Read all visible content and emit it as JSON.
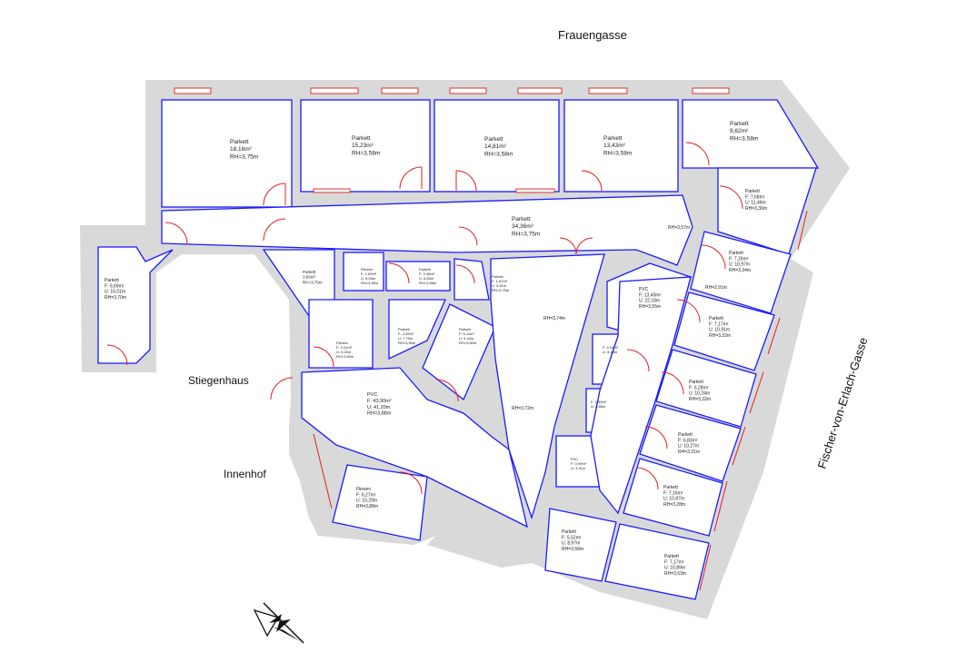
{
  "streets": {
    "north": "Frauengasse",
    "east": "Fischer-von-Erlach-Gasse",
    "stair": "Stiegenhaus",
    "court": "Innenhof"
  },
  "rooms": [
    {
      "id": "r1",
      "lines": [
        "Parkett",
        "18,16m²",
        "RH=3,75m"
      ]
    },
    {
      "id": "r2",
      "lines": [
        "Parkett",
        "15,23m²",
        "RH=3,58m"
      ]
    },
    {
      "id": "r3",
      "lines": [
        "Parkett",
        "14,81m²",
        "RH=3,58m"
      ]
    },
    {
      "id": "r4",
      "lines": [
        "Parkett",
        "13,43m²",
        "RH=3,58m"
      ]
    },
    {
      "id": "r5",
      "lines": [
        "Parkett",
        "9,62m²",
        "RH=3,58m"
      ]
    },
    {
      "id": "r6",
      "lines": [
        "Parkett",
        "F: 7,68m²",
        "U: 11,46m",
        "RH=3,36m"
      ]
    },
    {
      "id": "r7",
      "lines": [
        "Parkett",
        "34,36m²",
        "RH=3,75m"
      ]
    },
    {
      "id": "r8",
      "lines": [
        "Parkett",
        "F: 6,69m²",
        "U: 15,01m",
        "RH=3,70m"
      ]
    },
    {
      "id": "r9",
      "lines": [
        "Parkett",
        "3,66m²",
        "RH=3,75m"
      ]
    },
    {
      "id": "r10",
      "lines": [
        "Fliesen",
        "F: 1,59m²",
        "U: 5,06m",
        "RH=3,55m"
      ]
    },
    {
      "id": "r11",
      "lines": [
        "Parkett",
        "F: 2,48m²",
        "U: 6,83m",
        "RH=3,58m"
      ]
    },
    {
      "id": "r12",
      "lines": [
        "Parkett",
        "F: 1,87m²",
        "U: 5,51m",
        "RH=3,75m"
      ]
    },
    {
      "id": "r13",
      "lines": [
        "Parkett",
        "F: 7,26m²",
        "U: 10,97m",
        "RH=3,34m"
      ]
    },
    {
      "id": "r14",
      "lines": [
        "PVC",
        "F: 13,49m²",
        "U: 22,18m",
        "RH=3,55m"
      ]
    },
    {
      "id": "r15",
      "lines": [
        "Parkett",
        "F: 7,17m²",
        "U: 10,91m",
        "RH=3,32m"
      ]
    },
    {
      "id": "r16",
      "lines": [
        "Fliesen",
        "F: 2,01m²",
        "U: 5,20m",
        "RH=3,60m"
      ]
    },
    {
      "id": "r17",
      "lines": [
        "Parkett",
        "F: 3,39m²",
        "U: 7,75m",
        "RH=3,55m"
      ]
    },
    {
      "id": "r18",
      "lines": [
        "Parkett",
        "F: 6,11m²",
        "U: 9,44m",
        "RH=3,60m"
      ]
    },
    {
      "id": "r19",
      "lines": [
        "PVC",
        "F: 43,90m²",
        "U: 41,20m",
        "RH=3,88m"
      ]
    },
    {
      "id": "r20",
      "lines": [
        "F: 2,04m²",
        "U: 5,44m"
      ]
    },
    {
      "id": "r21",
      "lines": [
        "F: 1,39m²",
        "U: 4,66m"
      ]
    },
    {
      "id": "r22",
      "lines": [
        "Parkett",
        "F: 6,28m²",
        "U: 10,24m",
        "RH=3,32m"
      ]
    },
    {
      "id": "r23",
      "lines": [
        "Parkett",
        "F: 6,83m²",
        "U: 10,27m",
        "RH=3,31m"
      ]
    },
    {
      "id": "r24",
      "lines": [
        "PVC",
        "F: 0,99m²",
        "U: 3,31m"
      ]
    },
    {
      "id": "r25",
      "lines": [
        "Parkett",
        "F: 7,16m²",
        "U: 10,87m",
        "RH=3,28m"
      ]
    },
    {
      "id": "r26",
      "lines": [
        "Fliesen",
        "F: 6,27m²",
        "U: 10,29m",
        "RH=3,88m"
      ]
    },
    {
      "id": "r27",
      "lines": [
        "Parkett",
        "F: 5,52m²",
        "U: 8,97m",
        "RH=3,56m"
      ]
    },
    {
      "id": "r28",
      "lines": [
        "Parkett",
        "F: 7,17m²",
        "U: 10,89m",
        "RH=3,53m"
      ]
    }
  ],
  "heights": {
    "h1": "RH=3,57m",
    "h2": "RH=3,74m",
    "h3": "RH=3,72m",
    "h4": "RH=2,91m"
  }
}
